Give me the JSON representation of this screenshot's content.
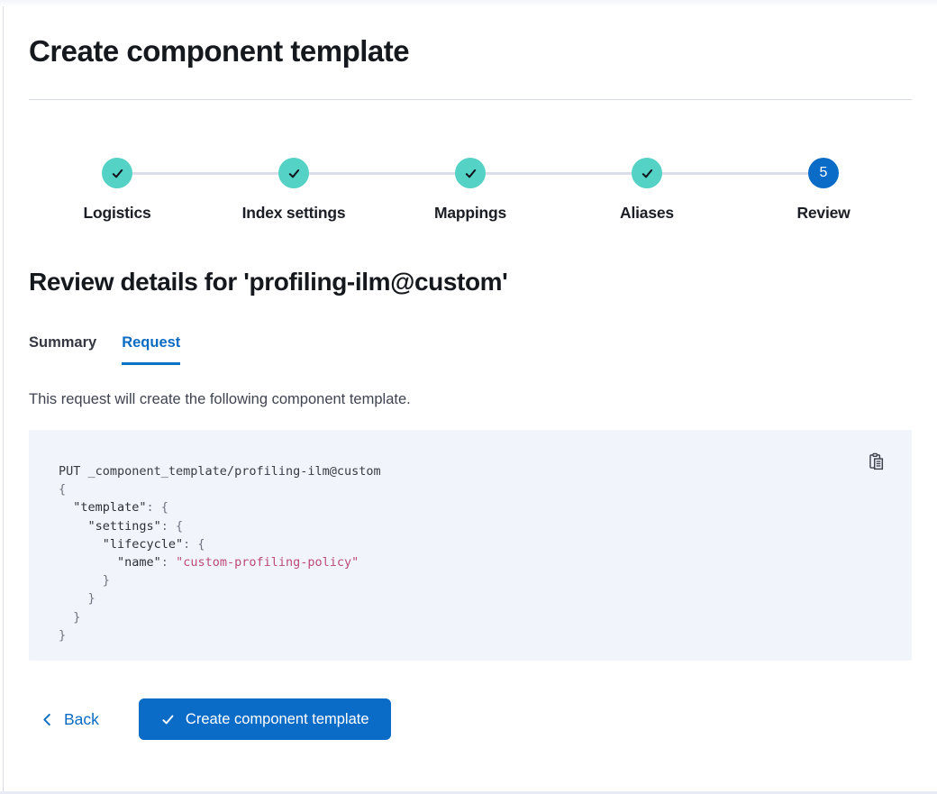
{
  "page": {
    "title": "Create component template"
  },
  "steps": [
    {
      "label": "Logistics",
      "status": "complete"
    },
    {
      "label": "Index settings",
      "status": "complete"
    },
    {
      "label": "Mappings",
      "status": "complete"
    },
    {
      "label": "Aliases",
      "status": "complete"
    },
    {
      "label": "Review",
      "status": "current",
      "number": "5"
    }
  ],
  "review": {
    "heading": "Review details for 'profiling-ilm@custom'",
    "tabs": {
      "summary": "Summary",
      "request": "Request"
    },
    "active_tab": "Request",
    "description": "This request will create the following component template."
  },
  "code": {
    "l1": "PUT _component_template/profiling-ilm@custom",
    "l2": "{",
    "l3a": "  \"template\"",
    "l3b": ": {",
    "l4a": "    \"settings\"",
    "l4b": ": {",
    "l5a": "      \"lifecycle\"",
    "l5b": ": {",
    "l6a": "        \"name\"",
    "l6b": ": ",
    "l6c": "\"custom-profiling-policy\"",
    "l7": "      }",
    "l8": "    }",
    "l9": "  }",
    "l10": "}"
  },
  "footer": {
    "back_label": "Back",
    "create_label": "Create component template"
  },
  "icons": {
    "step_check": "check-icon",
    "copy": "copy-clipboard-icon",
    "back_chevron": "chevron-left-icon",
    "button_check": "check-icon"
  },
  "colors": {
    "primary_blue": "#0b6cc8",
    "link_blue": "#0a6bc2",
    "step_complete_teal": "#54d2c5",
    "connector_gray": "#d9dee8",
    "divider_gray": "#d3dae6",
    "code_background": "#f1f4fa",
    "code_string_pink": "#bd4c78",
    "heading_text": "#15181d"
  }
}
